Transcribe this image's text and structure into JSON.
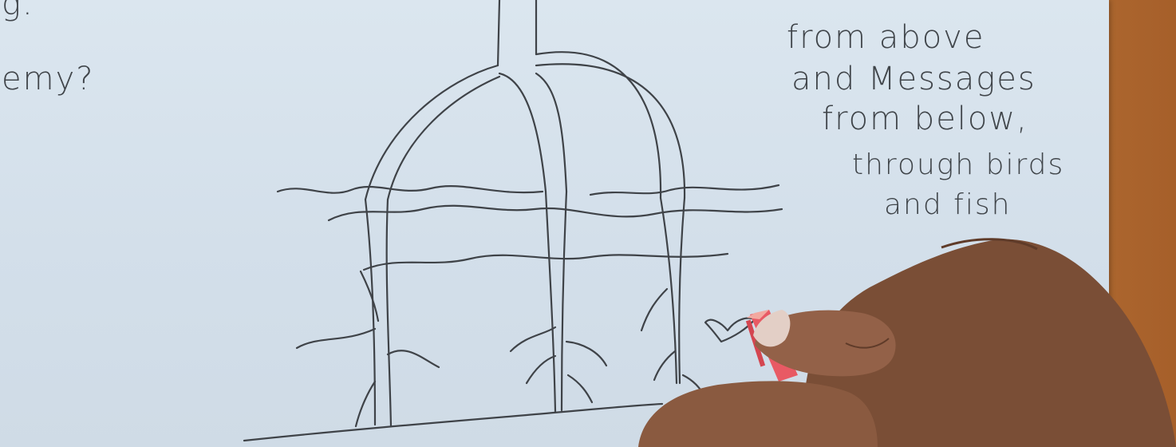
{
  "note": {
    "lines": [
      "from above",
      "and Messages",
      "from below,",
      "through birds",
      "and fish"
    ]
  },
  "margin_fragments": {
    "top": "g.",
    "second": "emy?"
  },
  "colors": {
    "paper": "#d6e1eb",
    "ink": "#3f4348",
    "table_wood": "#b8703a",
    "pencil": "#e8505a",
    "skin": "#7a4e36"
  },
  "icons": {
    "pencil": "pencil-icon",
    "hand": "hand-icon"
  }
}
